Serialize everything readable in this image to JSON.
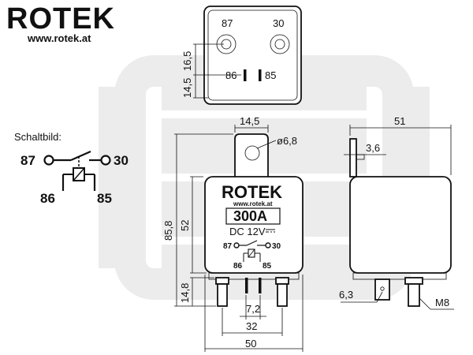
{
  "brand": {
    "name": "ROTEK",
    "website": "www.rotek.at",
    "watermark": "ROTEK"
  },
  "top_view": {
    "terminal_87": "87",
    "terminal_30": "30",
    "terminal_86": "86",
    "terminal_85": "85",
    "dim_upper": "16,5",
    "dim_lower": "14,5"
  },
  "schematic": {
    "title": "Schaltbild:",
    "t87": "87",
    "t30": "30",
    "t86": "86",
    "t85": "85"
  },
  "front_view": {
    "mount_width": "14,5",
    "hole_diameter": "ø6,8",
    "height_total": "85,8",
    "height_body": "52",
    "height_terminals": "14,8",
    "pin_gap": "7,2",
    "terminal_spacing": "32",
    "width_body": "50",
    "label_brand": "ROTEK",
    "label_web": "www.rotek.at",
    "label_current": "300A",
    "label_voltage": "DC 12V",
    "label_t87": "87",
    "label_t30": "30",
    "label_t86": "86",
    "label_t85": "85"
  },
  "side_view": {
    "depth": "51",
    "bracket_thickness": "3,6",
    "tab_width": "6,3",
    "thread": "M8"
  }
}
